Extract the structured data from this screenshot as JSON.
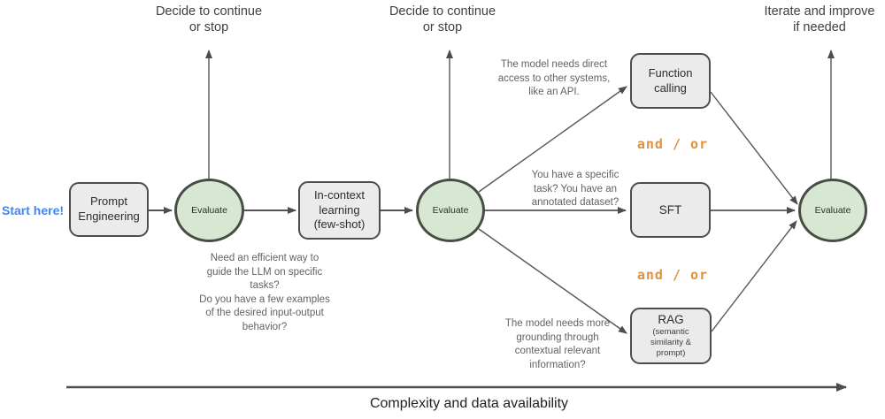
{
  "diagram": {
    "start_label": "Start here!",
    "top_labels": {
      "decide1": "Decide to continue\nor stop",
      "decide2": "Decide to continue\nor stop",
      "iterate": "Iterate and improve\nif needed"
    },
    "nodes": {
      "prompt_engineering": "Prompt\nEngineering",
      "evaluate1": "Evaluate",
      "in_context": "In-context\nlearning\n(few-shot)",
      "evaluate2": "Evaluate",
      "function_calling": "Function\ncalling",
      "sft": "SFT",
      "rag_title": "RAG",
      "rag_sub": "(semantic\nsimilarity &\nprompt)",
      "evaluate3": "Evaluate"
    },
    "annotations": {
      "q_efficient": "Need an efficient way to\nguide the LLM on specific\ntasks?\nDo you have a few examples\nof the desired input-output\nbehavior?",
      "q_api": "The model needs direct\naccess to other systems,\nlike an API.",
      "q_task": "You have a specific\ntask? You have an\nannotated dataset?",
      "q_grounding": "The model needs more\ngrounding through\ncontextual relevant\ninformation?",
      "and_or_1": "and / or",
      "and_or_2": "and / or"
    },
    "axis_label": "Complexity and data availability",
    "colors": {
      "accent_blue": "#4285f4",
      "accent_orange": "#e0913f",
      "node_fill": "#ebebeb",
      "node_border": "#4d4d4d",
      "circle_fill": "#d7e7d1",
      "circle_border": "#454d45",
      "arrow": "#555555"
    }
  }
}
